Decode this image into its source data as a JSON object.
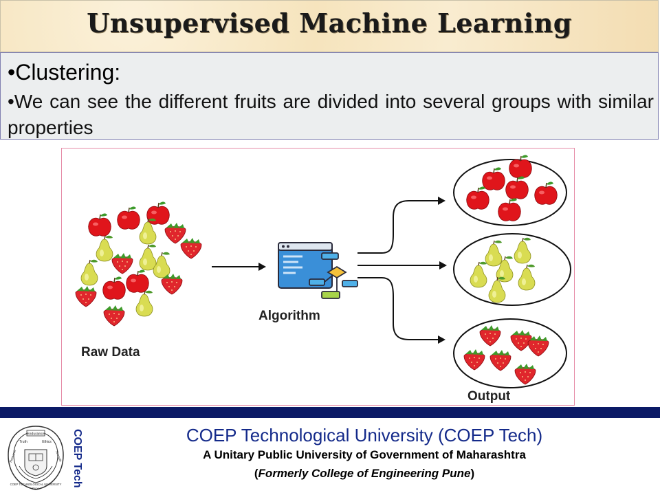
{
  "slide": {
    "title": "Unsupervised Machine Learning",
    "bullet_heading": "•Clustering:",
    "bullet_text": "•We can see the different fruits are divided into several groups with similar properties"
  },
  "diagram": {
    "raw_label": "Raw Data",
    "algo_label": "Algorithm",
    "output_label": "Output"
  },
  "footer": {
    "university": "COEP Technological University (COEP Tech)",
    "subtitle": "A Unitary Public University of Government of Maharashtra",
    "formerly_open": "(",
    "formerly_text": "Formerly College of Engineering Pune",
    "formerly_close": ")",
    "vertical_brand": "COEP Tech",
    "logo_text": [
      "Endurance",
      "Truth",
      "Ethics",
      "Research",
      "Strength",
      "COEP TECHNOLOGICAL UNIVERSITY",
      "Pune"
    ]
  },
  "colors": {
    "apple": "#e0151b",
    "pear": "#d9dc52",
    "strawberry": "#e0262c",
    "navy": "#0b1a66",
    "university_blue": "#142a8a"
  }
}
